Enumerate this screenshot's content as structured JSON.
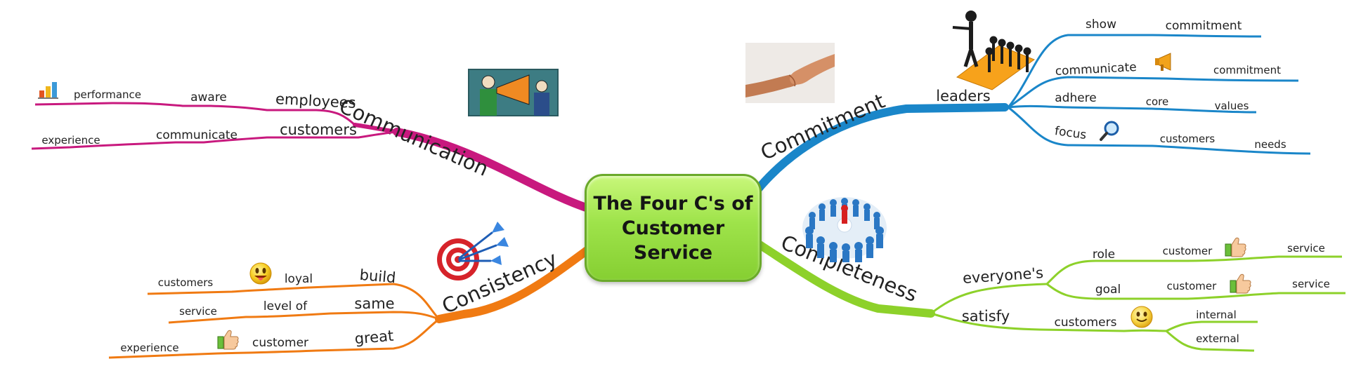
{
  "central_topic": "The Four C's of Customer Service",
  "colors": {
    "communication": "#c8197e",
    "commitment": "#1a86c9",
    "consistency": "#f07a12",
    "completeness": "#8dd12a",
    "center_fill": "#a4e64f"
  },
  "branches": {
    "communication": {
      "label": "Communication",
      "image": "megaphone-speaker-image",
      "sub": [
        {
          "label": "employees",
          "chain": [
            "aware",
            "performance"
          ],
          "icon": "bar-chart-icon"
        },
        {
          "label": "customers",
          "chain": [
            "communicate",
            "experience"
          ]
        }
      ]
    },
    "commitment": {
      "label": "Commitment",
      "image": "handshake-image",
      "sub": [
        {
          "label": "leaders",
          "image": "leader-figures-image",
          "chains": [
            [
              "show",
              "commitment"
            ],
            [
              "communicate",
              "commitment"
            ],
            [
              "adhere",
              "core",
              "values"
            ],
            [
              "focus",
              "customers",
              "needs"
            ]
          ],
          "icons": [
            "megaphone-icon",
            "magnifier-icon"
          ]
        }
      ]
    },
    "consistency": {
      "label": "Consistency",
      "image": "target-darts-image",
      "sub": [
        {
          "label": "build",
          "chain": [
            "loyal",
            "customers"
          ],
          "icon": "smiley-tongue-icon"
        },
        {
          "label": "same",
          "chain": [
            "level of",
            "service"
          ]
        },
        {
          "label": "great",
          "chain": [
            "customer",
            "experience"
          ],
          "icon": "thumbs-up-icon"
        }
      ]
    },
    "completeness": {
      "label": "Completeness",
      "image": "crowd-circle-image",
      "sub": [
        {
          "label": "everyone's",
          "chains": [
            [
              "role",
              "customer",
              "service"
            ],
            [
              "goal",
              "customer",
              "service"
            ]
          ],
          "icons": [
            "thumbs-up-icon",
            "thumbs-up-icon"
          ]
        },
        {
          "label": "satisfy",
          "chain": [
            "customers"
          ],
          "leaves": [
            "internal",
            "external"
          ],
          "icon": "smiley-icon"
        }
      ]
    }
  }
}
